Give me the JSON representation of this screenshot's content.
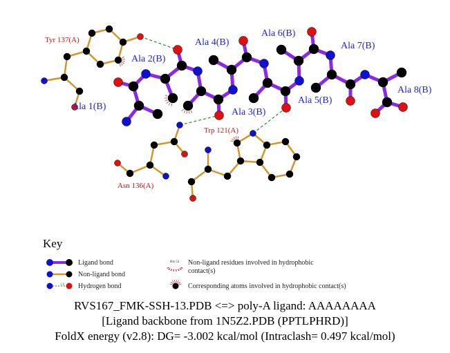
{
  "ligand_labels": [
    "Ala 1(B)",
    "Ala 2(B)",
    "Ala 3(B)",
    "Ala 4(B)",
    "Ala 5(B)",
    "Ala 6(B)",
    "Ala 7(B)",
    "Ala 8(B)"
  ],
  "residue_labels": [
    "Tyr 137(A)",
    "Trp 121(A)",
    "Asn 136(A)"
  ],
  "key": {
    "title": "Key",
    "ligand_bond": "Ligand bond",
    "non_ligand_bond": "Non-ligand bond",
    "hydrogen_bond": "Hydrogen bond",
    "hbond_distance": "3.0",
    "hydrophobic_residue_example": "His 53",
    "hydrophobic_residues": "Non-ligand residues involved in hydrophobic contact(s)",
    "hydrophobic_atoms": "Corresponding atoms involved in hydrophobic contact(s)"
  },
  "caption": [
    "RVS167_FMK-SSH-13.PDB <=> poly-A ligand: AAAAAAAA",
    "[Ligand backbone from 1N5Z2.PDB (PPTLPHRD)]",
    "FoldX energy (v2.8): DG= -3.002 kcal/mol (Intraclash= 0.497 kcal/mol)"
  ],
  "colors": {
    "ligand_bond": "#8a2be2",
    "nonligand_bond": "#d4962a",
    "hbond": "#2a8a2a",
    "carbon": "#000000",
    "nitrogen": "#1010d0",
    "oxygen": "#e01010",
    "ligand_label": "#2222dd",
    "residue_label": "#cc1111"
  }
}
